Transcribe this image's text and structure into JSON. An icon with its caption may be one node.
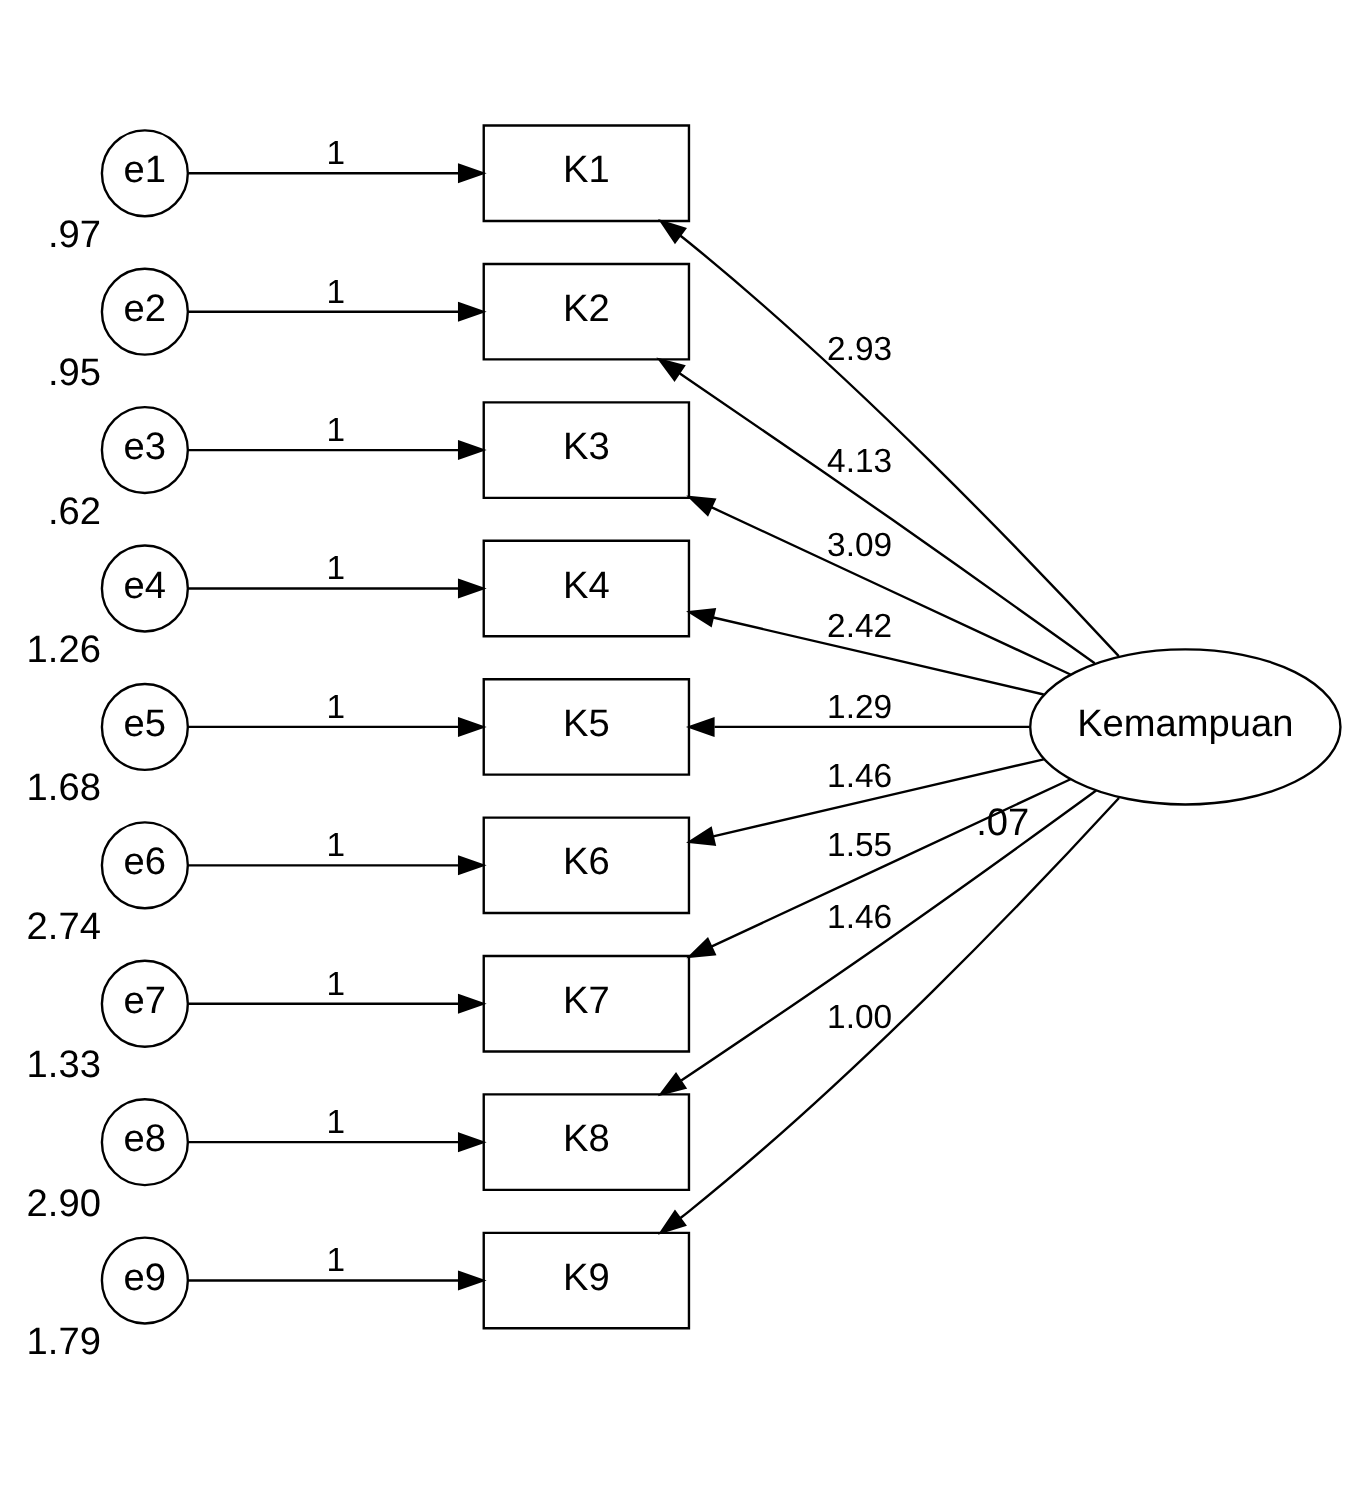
{
  "diagram": {
    "nodes": [
      {
        "text": [
          "e1"
        ],
        "beside": [
          ".97"
        ]
      },
      {
        "text": [
          "e2"
        ],
        "beside": [
          ".95"
        ]
      },
      {
        "text": [
          "e3"
        ],
        "beside": [
          ".62"
        ]
      },
      {
        "text": [
          "e4"
        ],
        "beside": [
          "1.26"
        ]
      },
      {
        "text": [
          "e5"
        ],
        "beside": [
          "1.68"
        ]
      },
      {
        "text": [
          "e6"
        ],
        "beside": [
          "2.74"
        ]
      },
      {
        "text": [
          "e7"
        ],
        "beside": [
          "1.33"
        ]
      },
      {
        "text": [
          "e8"
        ],
        "beside": [
          "2.90"
        ]
      },
      {
        "text": [
          "e9"
        ],
        "beside": [
          "1.79"
        ]
      },
      {
        "text": [
          "K1"
        ]
      },
      {
        "text": [
          "K2"
        ]
      },
      {
        "text": [
          "K3"
        ]
      },
      {
        "text": [
          "K4"
        ]
      },
      {
        "text": [
          "K5"
        ]
      },
      {
        "text": [
          "K6"
        ]
      },
      {
        "text": [
          "K7"
        ]
      },
      {
        "text": [
          "K8"
        ]
      },
      {
        "text": [
          "K9"
        ]
      },
      {
        "text": [
          "Kemampuan"
        ],
        "beside": [
          ".07"
        ]
      }
    ],
    "edges": [
      {
        "from": 0,
        "to": 9,
        "arrow": "to",
        "label": "1"
      },
      {
        "from": 1,
        "to": 10,
        "arrow": "to",
        "label": "1"
      },
      {
        "from": 2,
        "to": 11,
        "arrow": "to",
        "label": "1"
      },
      {
        "from": 3,
        "to": 12,
        "arrow": "to",
        "label": "1"
      },
      {
        "from": 4,
        "to": 13,
        "arrow": "to",
        "label": "1"
      },
      {
        "from": 5,
        "to": 14,
        "arrow": "to",
        "label": "1"
      },
      {
        "from": 6,
        "to": 15,
        "arrow": "to",
        "label": "1"
      },
      {
        "from": 7,
        "to": 16,
        "arrow": "to",
        "label": "1"
      },
      {
        "from": 8,
        "to": 17,
        "arrow": "to",
        "label": "1"
      },
      {
        "from": 18,
        "to": 9,
        "arrow": "to",
        "label": "2.93"
      },
      {
        "from": 18,
        "to": 10,
        "arrow": "to",
        "label": "4.13"
      },
      {
        "from": 18,
        "to": 11,
        "arrow": "to",
        "label": "3.09"
      },
      {
        "from": 18,
        "to": 12,
        "arrow": "to",
        "label": "2.42"
      },
      {
        "from": 18,
        "to": 13,
        "arrow": "to",
        "label": "1.29"
      },
      {
        "from": 18,
        "to": 14,
        "arrow": "to",
        "label": "1.46"
      },
      {
        "from": 18,
        "to": 15,
        "arrow": "to",
        "label": "1.55"
      },
      {
        "from": 18,
        "to": 16,
        "arrow": "to",
        "label": "1.46"
      },
      {
        "from": 18,
        "to": 17,
        "arrow": "to",
        "label": "1.00"
      }
    ]
  }
}
